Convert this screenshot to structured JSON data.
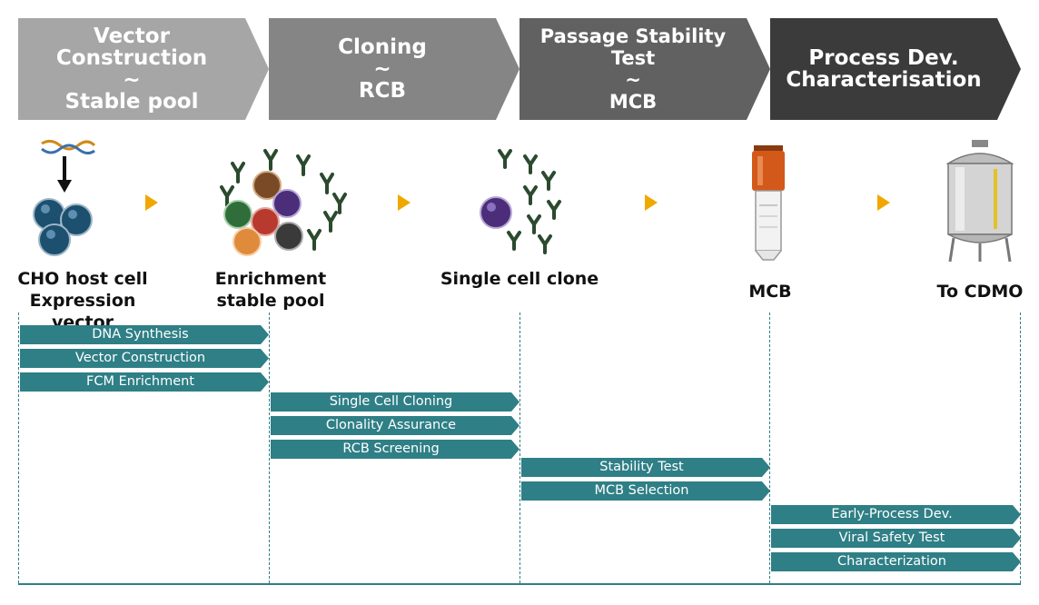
{
  "stages": [
    {
      "lines": "Vector\nConstruction\n~\nStable pool",
      "color": "#a6a6a6"
    },
    {
      "lines": "Cloning\n~\nRCB",
      "color": "#858585"
    },
    {
      "lines": "Passage Stability Test\n~\nMCB",
      "color": "#616161"
    },
    {
      "lines": "Process Dev.\nCharacterisation",
      "color": "#3b3b3b"
    }
  ],
  "milestones": [
    {
      "label": "CHO host cell\nExpression vector",
      "icon": "cho-cell-dna-icon"
    },
    {
      "label": "Enrichment\nstable pool",
      "icon": "mixed-cell-pool-icon"
    },
    {
      "label": "Single cell clone",
      "icon": "single-cell-clone-icon"
    },
    {
      "label": "MCB",
      "icon": "cryovial-icon"
    },
    {
      "label": "To CDMO",
      "icon": "bioreactor-tank-icon"
    }
  ],
  "tasks": [
    {
      "label": "DNA Synthesis",
      "stage": 0
    },
    {
      "label": "Vector Construction",
      "stage": 0
    },
    {
      "label": "FCM Enrichment",
      "stage": 0
    },
    {
      "label": "Single Cell Cloning",
      "stage": 1
    },
    {
      "label": "Clonality Assurance",
      "stage": 1
    },
    {
      "label": "RCB Screening",
      "stage": 1
    },
    {
      "label": "Stability Test",
      "stage": 2
    },
    {
      "label": "MCB Selection",
      "stage": 2
    },
    {
      "label": "Early-Process Dev.",
      "stage": 3
    },
    {
      "label": "Viral Safety Test",
      "stage": 3
    },
    {
      "label": "Characterization",
      "stage": 3
    }
  ],
  "colors": {
    "task": "#2f7f86",
    "arrow": "#f0a800",
    "antibody": "#2b4a2e",
    "cell_blue": "#1d4f6e"
  }
}
